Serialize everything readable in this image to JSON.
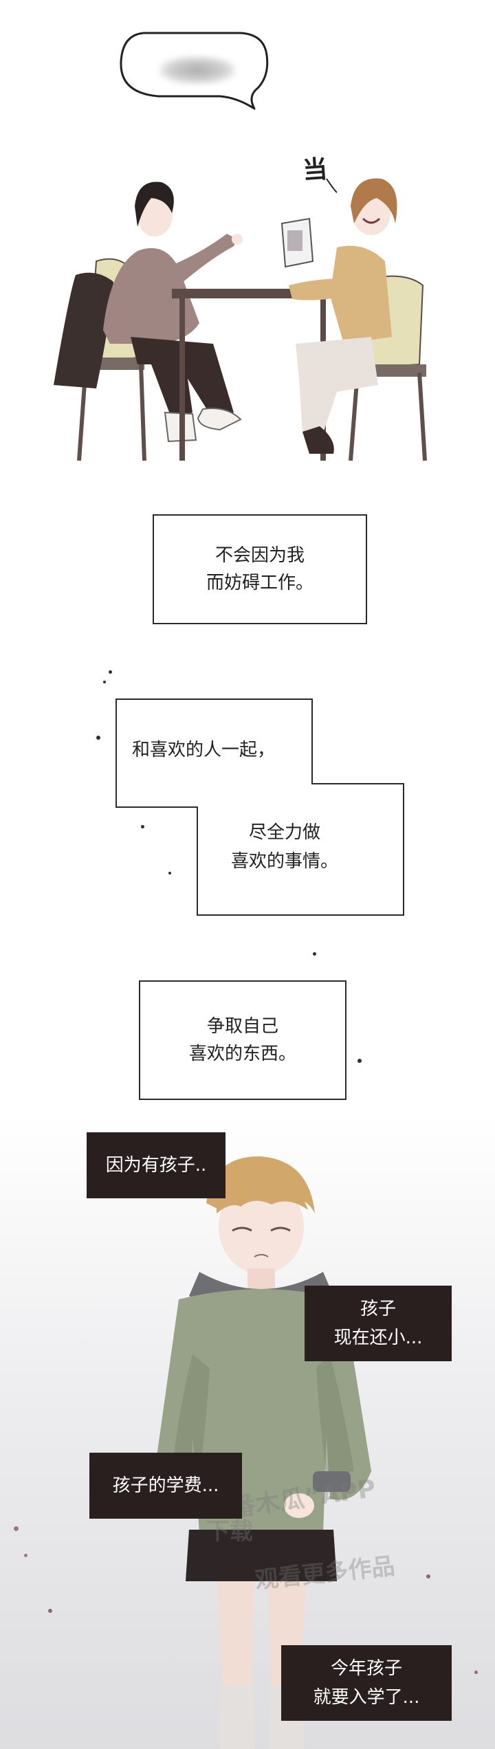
{
  "scene_sfx": "当",
  "captions": {
    "box1": [
      "不会因为我",
      "而妨碍工作。"
    ],
    "box2_a": "和喜欢的人一起，",
    "box2_b": [
      "尽全力做",
      "喜欢的事情。"
    ],
    "box3": [
      "争取自己",
      "喜欢的东西。"
    ]
  },
  "dark_captions": {
    "c1": "因为有孩子..",
    "c2": [
      "孩子",
      "现在还小..."
    ],
    "c3": "孩子的学费...",
    "c4": [
      "今年孩子",
      "就要入学了..."
    ]
  },
  "watermark": {
    "line1": "“番木瓜”APP",
    "line2": "下载",
    "line3": "观看更多作品"
  },
  "colors": {
    "dark_box": "#2a1f1f",
    "border": "#2b2b2b"
  }
}
